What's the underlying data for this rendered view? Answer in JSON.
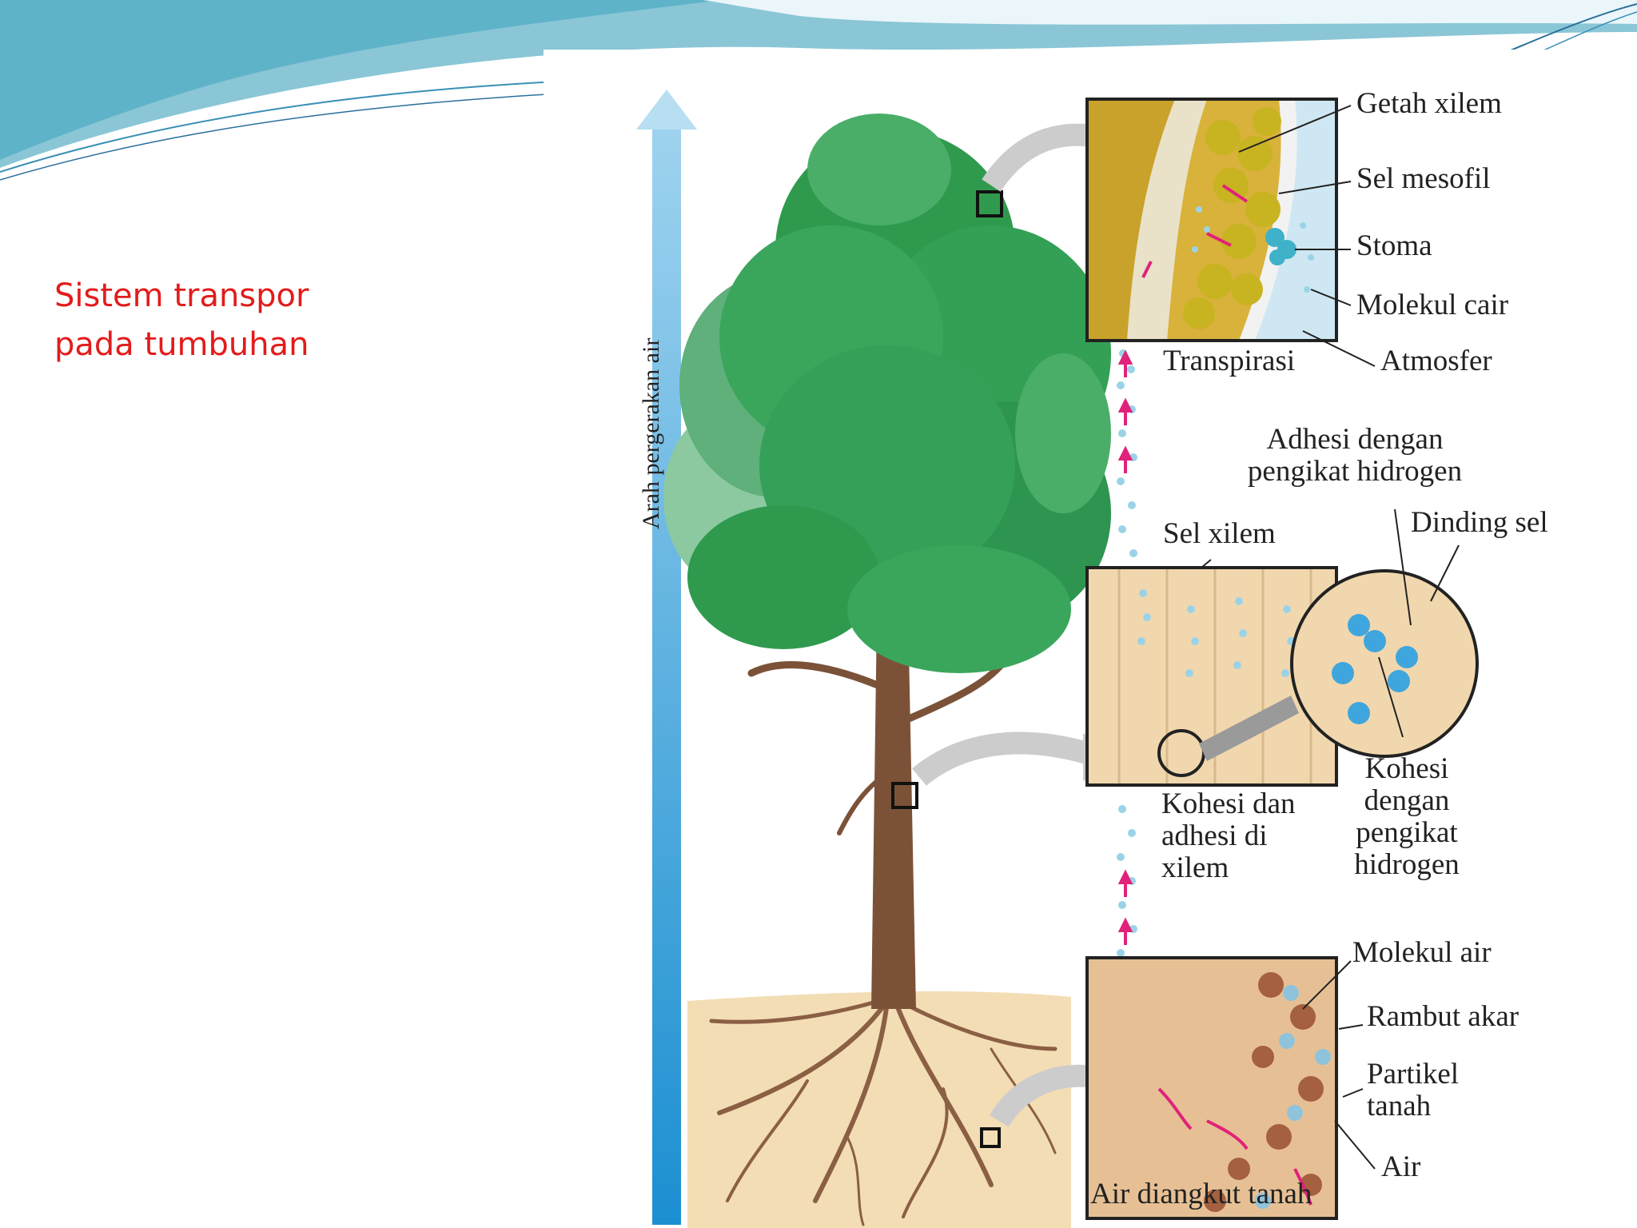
{
  "slide": {
    "title_lines": [
      "Sistem transpor",
      "pada tumbuhan"
    ]
  },
  "colors": {
    "title": "#e31b1b",
    "header_teal": "#7fc3d1",
    "leaf_green": "#2f9a4e",
    "water_arrow": "#3fa6dd",
    "trunk_brown": "#7b5238",
    "soil": "#f3ddb5"
  },
  "diagram": {
    "flow_arrow_label": "Arah pergerakan air",
    "labels": {
      "getah_xilem": "Getah xilem",
      "sel_mesofil": "Sel mesofil",
      "stoma": "Stoma",
      "molekul_cair": "Molekul cair",
      "atmosfer": "Atmosfer",
      "transpirasi": "Transpirasi",
      "adhesi_line1": "Adhesi dengan",
      "adhesi_line2": "pengikat hidrogen",
      "sel_xilem": "Sel xilem",
      "dinding_sel": "Dinding sel",
      "kohadh_line1": "Kohesi dan",
      "kohadh_line2": "adhesi di",
      "kohadh_line3": "xilem",
      "kohesi_line1": "Kohesi",
      "kohesi_line2": "dengan",
      "kohesi_line3": "pengikat",
      "kohesi_line4": "hidrogen",
      "molekul_air": "Molekul air",
      "rambut_akar": "Rambut akar",
      "partikel_line1": "Partikel",
      "partikel_line2": "tanah",
      "air": "Air",
      "air_diangkut": "Air diangkut tanah"
    }
  }
}
